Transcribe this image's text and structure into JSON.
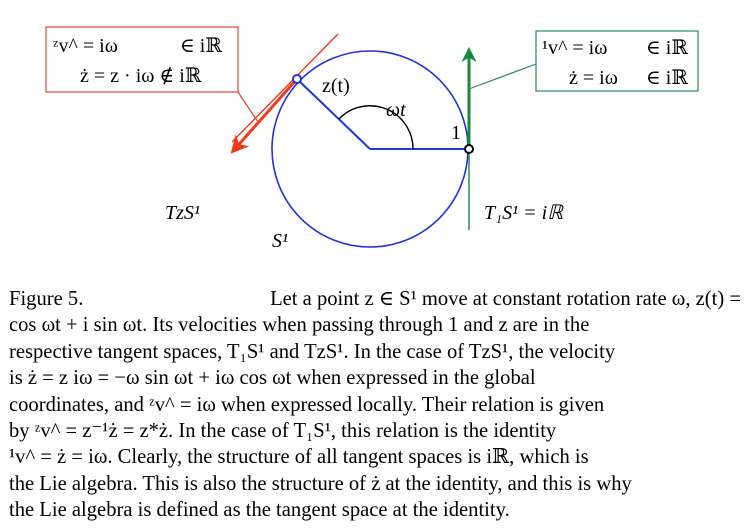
{
  "figure": {
    "left_box": {
      "row1_lhs": "ᶻv^ = iω",
      "row1_rhs": "∈ iℝ",
      "row2_lhs": "ż = z · iω ∉ iℝ"
    },
    "right_box": {
      "row1_lhs": "¹v^ = iω",
      "row1_rhs": "∈ iℝ",
      "row2_lhs": "ż = iω",
      "row2_rhs": "∈ iℝ"
    },
    "labels": {
      "z_of_t": "z(t)",
      "angle": "ωt",
      "one": "1",
      "tangent_z": "TzS¹",
      "tangent_1": "T₁S¹ = iℝ",
      "circle": "S¹"
    },
    "colors": {
      "circle": "#1f35d6",
      "left_arrow": "#f03a1c",
      "right_arrow": "#178a3e",
      "left_box_border": "#e0463a",
      "right_box_border": "#2b8a57"
    }
  },
  "caption": {
    "label": "Figure 5.",
    "lines": [
      "Let a point z ∈ S¹ move at constant rotation rate ω, z(t) =",
      "cos ωt + i sin ωt. Its velocities when passing through 1 and z are in the",
      "respective tangent spaces, T₁S¹ and TzS¹. In the case of TzS¹, the velocity",
      "is ż = z iω = −ω sin ωt + iω cos ωt when expressed in the global",
      "coordinates, and ᶻv^ = iω when expressed locally. Their relation is given",
      "by ᶻv^ = z⁻¹ż = z*ż. In the case of T₁S¹, this relation is the identity",
      "¹v^ = ż = iω. Clearly, the structure of all tangent spaces is iℝ, which is",
      "the Lie algebra. This is also the structure of ż at the identity, and this is why",
      "the Lie algebra is defined as the tangent space at the identity."
    ]
  }
}
